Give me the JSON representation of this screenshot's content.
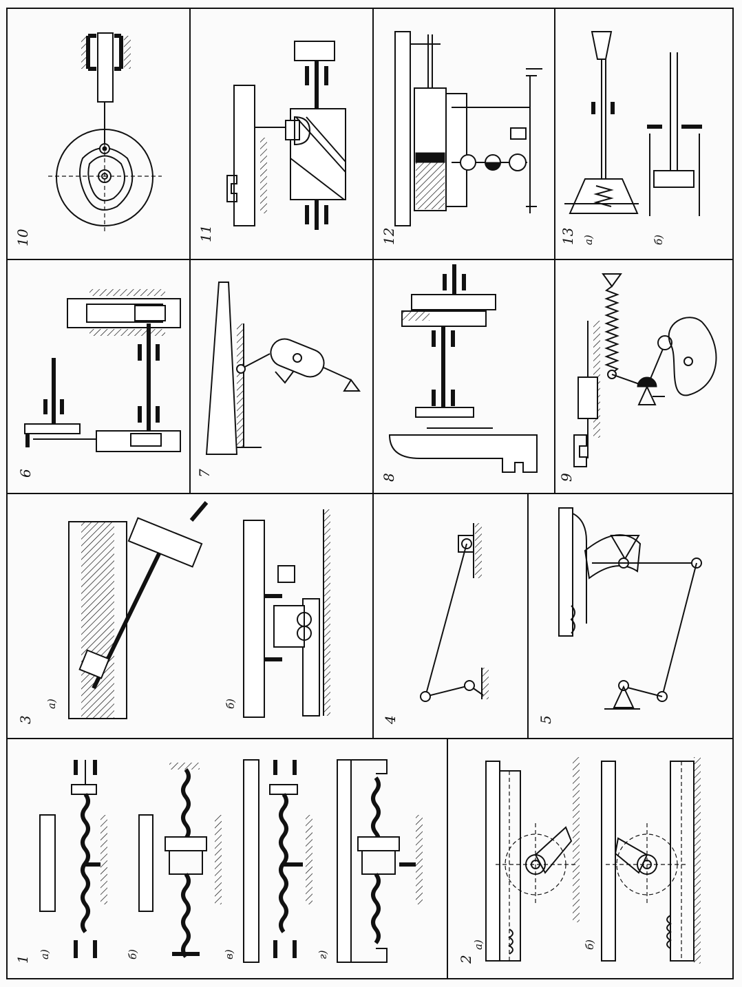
{
  "panels": [
    {
      "number": "10",
      "subs": []
    },
    {
      "number": "11",
      "subs": []
    },
    {
      "number": "12",
      "subs": []
    },
    {
      "number": "13",
      "subs": [
        "а)",
        "б)"
      ]
    },
    {
      "number": "6",
      "subs": []
    },
    {
      "number": "7",
      "subs": []
    },
    {
      "number": "8",
      "subs": []
    },
    {
      "number": "9",
      "subs": []
    },
    {
      "number": "3",
      "subs": [
        "а)",
        "б)"
      ]
    },
    {
      "number": "4",
      "subs": []
    },
    {
      "number": "5",
      "subs": []
    },
    {
      "number": "1",
      "subs": [
        "а)",
        "б)",
        "в)",
        "г)"
      ]
    },
    {
      "number": "2",
      "subs": [
        "а)",
        "б)"
      ]
    }
  ]
}
